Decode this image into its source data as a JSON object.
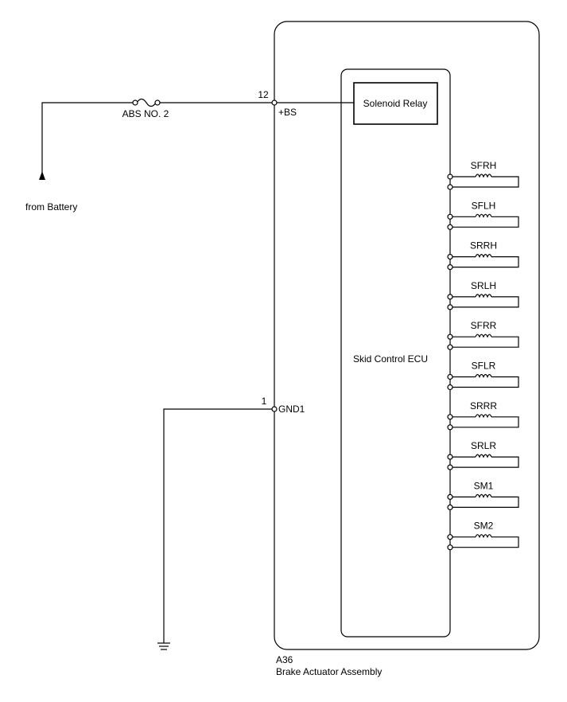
{
  "assembly": {
    "connector": "A36",
    "name": "Brake Actuator Assembly"
  },
  "ecu": {
    "label": "Skid Control ECU"
  },
  "relay": {
    "label": "Solenoid Relay"
  },
  "power": {
    "pin": "12",
    "terminal": "+BS",
    "fuse": "ABS NO. 2",
    "source": "from Battery"
  },
  "ground": {
    "pin": "1",
    "terminal": "GND1"
  },
  "solenoids": [
    {
      "label": "SFRH"
    },
    {
      "label": "SFLH"
    },
    {
      "label": "SRRH"
    },
    {
      "label": "SRLH"
    },
    {
      "label": "SFRR"
    },
    {
      "label": "SFLR"
    },
    {
      "label": "SRRR"
    },
    {
      "label": "SRLR"
    },
    {
      "label": "SM1"
    },
    {
      "label": "SM2"
    }
  ]
}
